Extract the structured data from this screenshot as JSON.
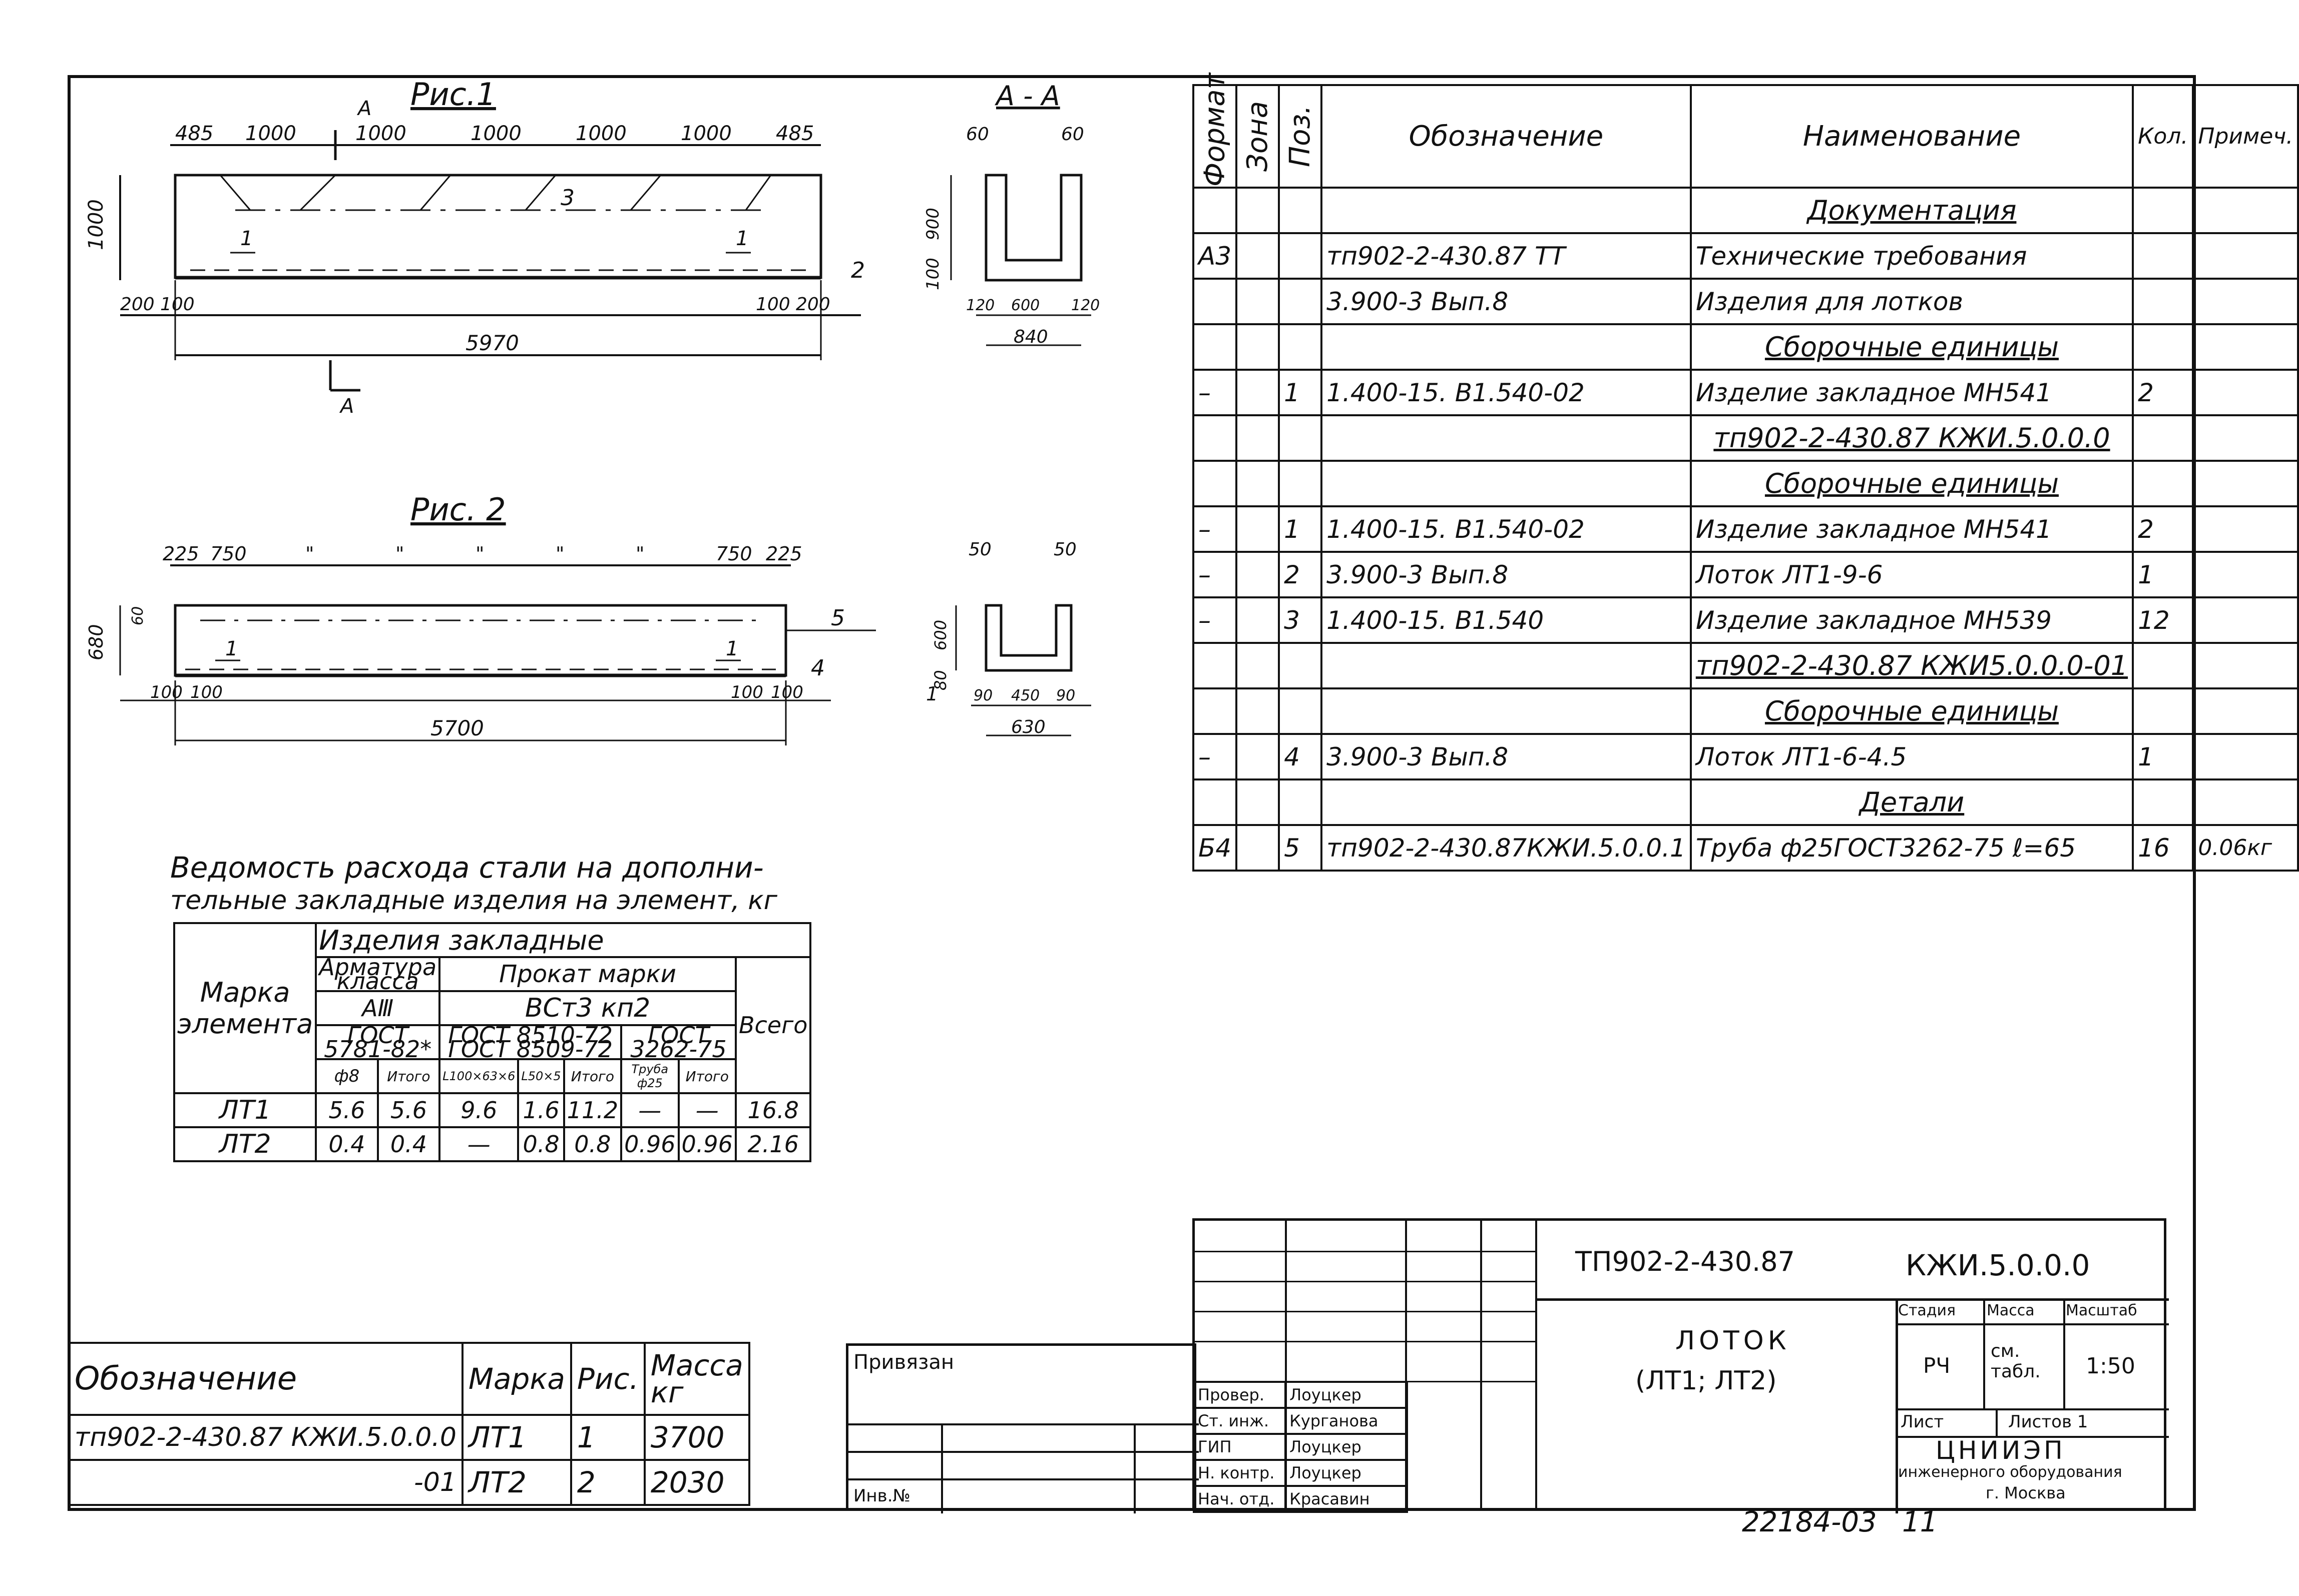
{
  "figures": {
    "fig1_title": "Рис.1",
    "fig1_dims_top": [
      "485",
      "1000",
      "1000",
      "1000",
      "1000",
      "1000",
      "485"
    ],
    "fig1_section_mark": "А",
    "fig1_height": "1000",
    "fig1_bottom_left": [
      "200",
      "100"
    ],
    "fig1_bottom_right": [
      "100",
      "200"
    ],
    "fig1_length": "5970",
    "fig1_callouts": [
      "1",
      "1",
      "2",
      "3"
    ],
    "sectionAA_title": "А - А",
    "sectionAA_top": [
      "60",
      "60"
    ],
    "sectionAA_left": [
      "900",
      "100"
    ],
    "sectionAA_bottom": [
      "120",
      "600",
      "120"
    ],
    "sectionAA_width": "840",
    "fig2_title": "Рис. 2",
    "fig2_dims_top": [
      "225",
      "750",
      "\"",
      "\"",
      "\"",
      "\"",
      "\"",
      "750",
      "225"
    ],
    "fig2_height": "680",
    "fig2_offset": "60",
    "fig2_bottom_left": [
      "100",
      "100"
    ],
    "fig2_bottom_right": [
      "100",
      "100"
    ],
    "fig2_length": "5700",
    "fig2_callouts": [
      "1",
      "1",
      "4",
      "5"
    ],
    "section2_top": [
      "50",
      "50"
    ],
    "section2_left": [
      "600",
      "80"
    ],
    "section2_bottom": [
      "90",
      "450",
      "90"
    ],
    "section2_width": "630",
    "section2_callout": "1"
  },
  "spec": {
    "headers": [
      "Формат",
      "Зона",
      "Поз.",
      "Обозначение",
      "Наименование",
      "Кол.",
      "Примеч."
    ],
    "rows": [
      [
        "",
        "",
        "",
        "",
        "Документация",
        "",
        ""
      ],
      [
        "А3",
        "",
        "",
        "тп902-2-430.87   ТТ",
        "Технические требования",
        "",
        ""
      ],
      [
        "",
        "",
        "",
        "3.900-3   Вып.8",
        "Изделия для лотков",
        "",
        ""
      ],
      [
        "",
        "",
        "",
        "",
        "Сборочные единицы",
        "",
        ""
      ],
      [
        "–",
        "",
        "1",
        "1.400-15. В1.540-02",
        "Изделие закладное МН541",
        "2",
        ""
      ],
      [
        "",
        "",
        "",
        "",
        "тп902-2-430.87  КЖИ.5.0.0.0",
        "",
        ""
      ],
      [
        "",
        "",
        "",
        "",
        "Сборочные единицы",
        "",
        ""
      ],
      [
        "–",
        "",
        "1",
        "1.400-15. В1.540-02",
        "Изделие закладное МН541",
        "2",
        ""
      ],
      [
        "–",
        "",
        "2",
        "3.900-3  Вып.8",
        "Лоток  ЛТ1-9-6",
        "1",
        ""
      ],
      [
        "–",
        "",
        "3",
        "1.400-15. В1.540",
        "Изделие закладное МН539",
        "12",
        ""
      ],
      [
        "",
        "",
        "",
        "",
        "тп902-2-430.87 КЖИ5.0.0.0-01",
        "",
        ""
      ],
      [
        "",
        "",
        "",
        "",
        "Сборочные единицы",
        "",
        ""
      ],
      [
        "–",
        "",
        "4",
        "3.900-3   Вып.8",
        "Лоток  ЛТ1-6-4.5",
        "1",
        ""
      ],
      [
        "",
        "",
        "",
        "",
        "Детали",
        "",
        ""
      ],
      [
        "Б4",
        "",
        "5",
        "тп902-2-430.87КЖИ.5.0.0.1",
        "Труба ф25ГОСТ3262-75  ℓ=65",
        "16",
        "0.06кг"
      ]
    ]
  },
  "steel": {
    "title_line1": "Ведомость расхода стали на дополни-",
    "title_line2": "тельные закладные изделия на элемент, кг",
    "col_mark": "Марка элемента",
    "group": "Изделия закладные",
    "armature": "Арматура класса",
    "rolled": "Прокат марки",
    "class_a3": "АⅢ",
    "steel_grade": "ВСт3 кп2",
    "gost1": "ГОСТ 5781-82*",
    "gost2": "ГОСТ 8510-72 ГОСТ 8509-72",
    "gost3": "ГОСТ 3262-75",
    "total": "Всего",
    "sub": [
      "ф8",
      "Итого",
      "L100×63×6",
      "L50×5",
      "Итого",
      "Труба ф25",
      "Итого"
    ],
    "rows": [
      [
        "ЛТ1",
        "5.6",
        "5.6",
        "9.6",
        "1.6",
        "11.2",
        "—",
        "—",
        "16.8"
      ],
      [
        "ЛТ2",
        "0.4",
        "0.4",
        "—",
        "0.8",
        "0.8",
        "0.96",
        "0.96",
        "2.16"
      ]
    ]
  },
  "mass_table": {
    "headers": [
      "Обозначение",
      "Марка",
      "Рис.",
      "Масса кг"
    ],
    "rows": [
      [
        "тп902-2-430.87 КЖИ.5.0.0.0",
        "ЛТ1",
        "1",
        "3700"
      ],
      [
        "-01",
        "ЛТ2",
        "2",
        "2030"
      ]
    ]
  },
  "binding": {
    "label": "Привязан",
    "inv": "Инв.№"
  },
  "stamp": {
    "code": "ТП902-2-430.87",
    "mark": "КЖИ.5.0.0.0",
    "name_line1": "ЛОТОК",
    "name_line2": "(ЛТ1; ЛТ2)",
    "stage_label": "Стадия",
    "mass_label": "Масса",
    "scale_label": "Масштаб",
    "stage": "РЧ",
    "mass": "см. табл.",
    "scale": "1:50",
    "sheet_label": "Лист",
    "sheets_label": "Листов 1",
    "org_line1": "ЦНИИЭП",
    "org_line2": "инженерного оборудования",
    "org_line3": "г. Москва",
    "signers": [
      [
        "Провер.",
        "Лоуцкер"
      ],
      [
        "Ст. инж.",
        "Курганова"
      ],
      [
        "ГИП",
        "Лоуцкер"
      ],
      [
        "Н. контр.",
        "Лоуцкер"
      ],
      [
        "Нач. отд.",
        "Красавин"
      ]
    ]
  },
  "footer": {
    "number": "22184-03",
    "page": "11"
  }
}
